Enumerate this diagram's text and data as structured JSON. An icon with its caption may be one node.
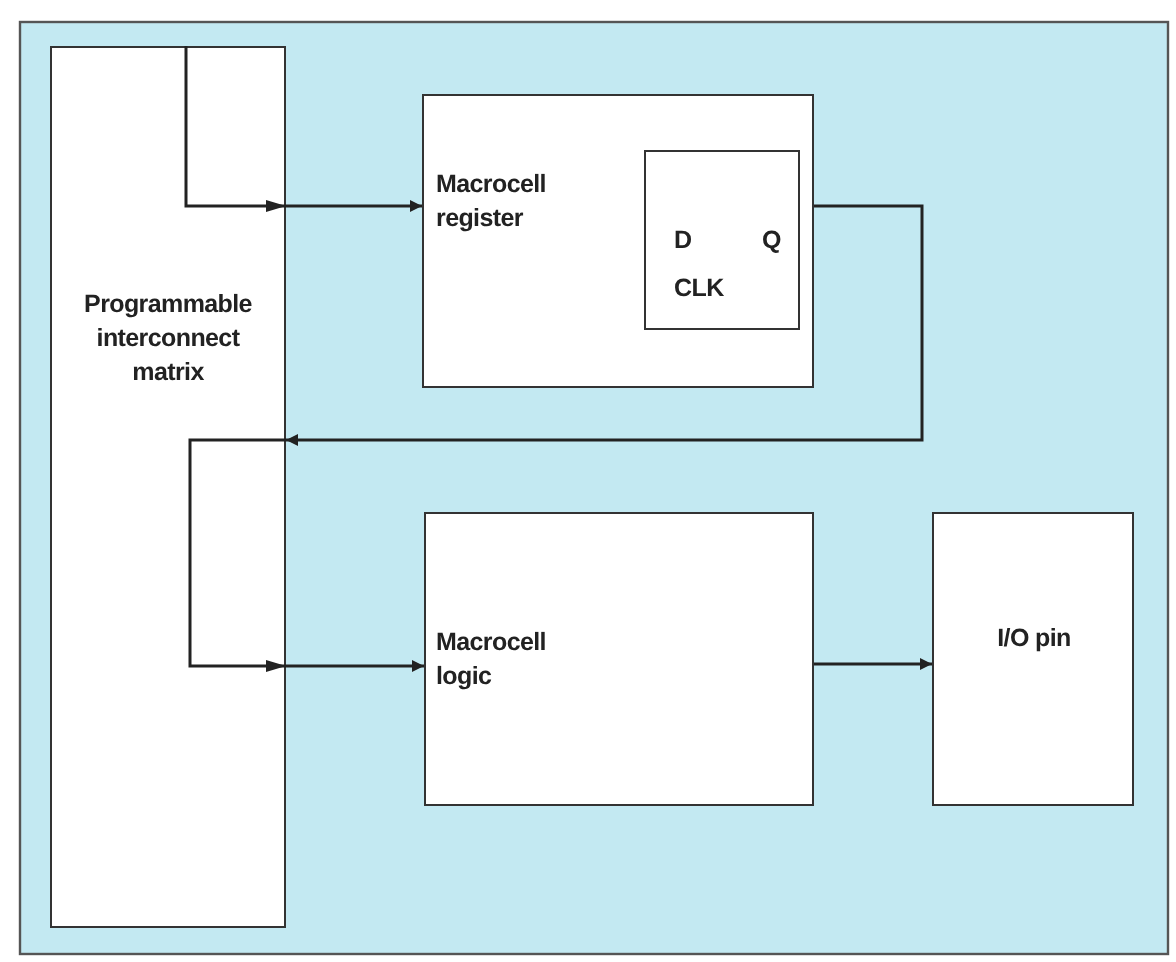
{
  "diagram": {
    "nodes": [
      {
        "text": [
          "Programmable interconnect matrix"
        ]
      },
      {
        "text": [
          "Macrocell register"
        ]
      },
      {
        "text": [
          "D",
          "Q",
          "CLK"
        ],
        "in": 1
      },
      {
        "text": [
          "Macrocell logic"
        ]
      },
      {
        "text": [
          "I/O pin"
        ]
      }
    ],
    "edges": [
      {
        "from": 0,
        "to": 1,
        "arrow": "to"
      },
      {
        "from": 1,
        "to": 0,
        "arrow": "to"
      },
      {
        "from": 0,
        "to": 3,
        "arrow": "to"
      },
      {
        "from": 3,
        "to": 4,
        "arrow": "to"
      }
    ]
  }
}
